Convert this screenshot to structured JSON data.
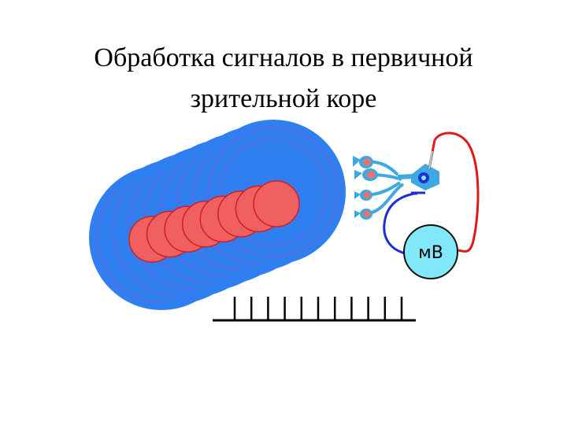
{
  "slide": {
    "title_line1": "Обработка сигналов в первичной",
    "title_line2": "зрительной коре"
  },
  "meter": {
    "label": "мВ"
  },
  "colors": {
    "receptive_field_blue": "#2f7ff0",
    "field_ring_lines": "#7a5ad8",
    "light_bar_red": "#f06060",
    "neuron_blue": "#3ea8e0",
    "presynaptic_pink": "#f07070",
    "meter_cyan": "#80e8f8",
    "recording_wire_red": "#e01818",
    "reference_wire_blue": "#1a2fd8",
    "spike_black": "#000000"
  },
  "diagram": {
    "receptive_field_count": 8,
    "light_bar_disc_count": 8,
    "presynaptic_cell_count": 4,
    "spike_count": 11
  }
}
